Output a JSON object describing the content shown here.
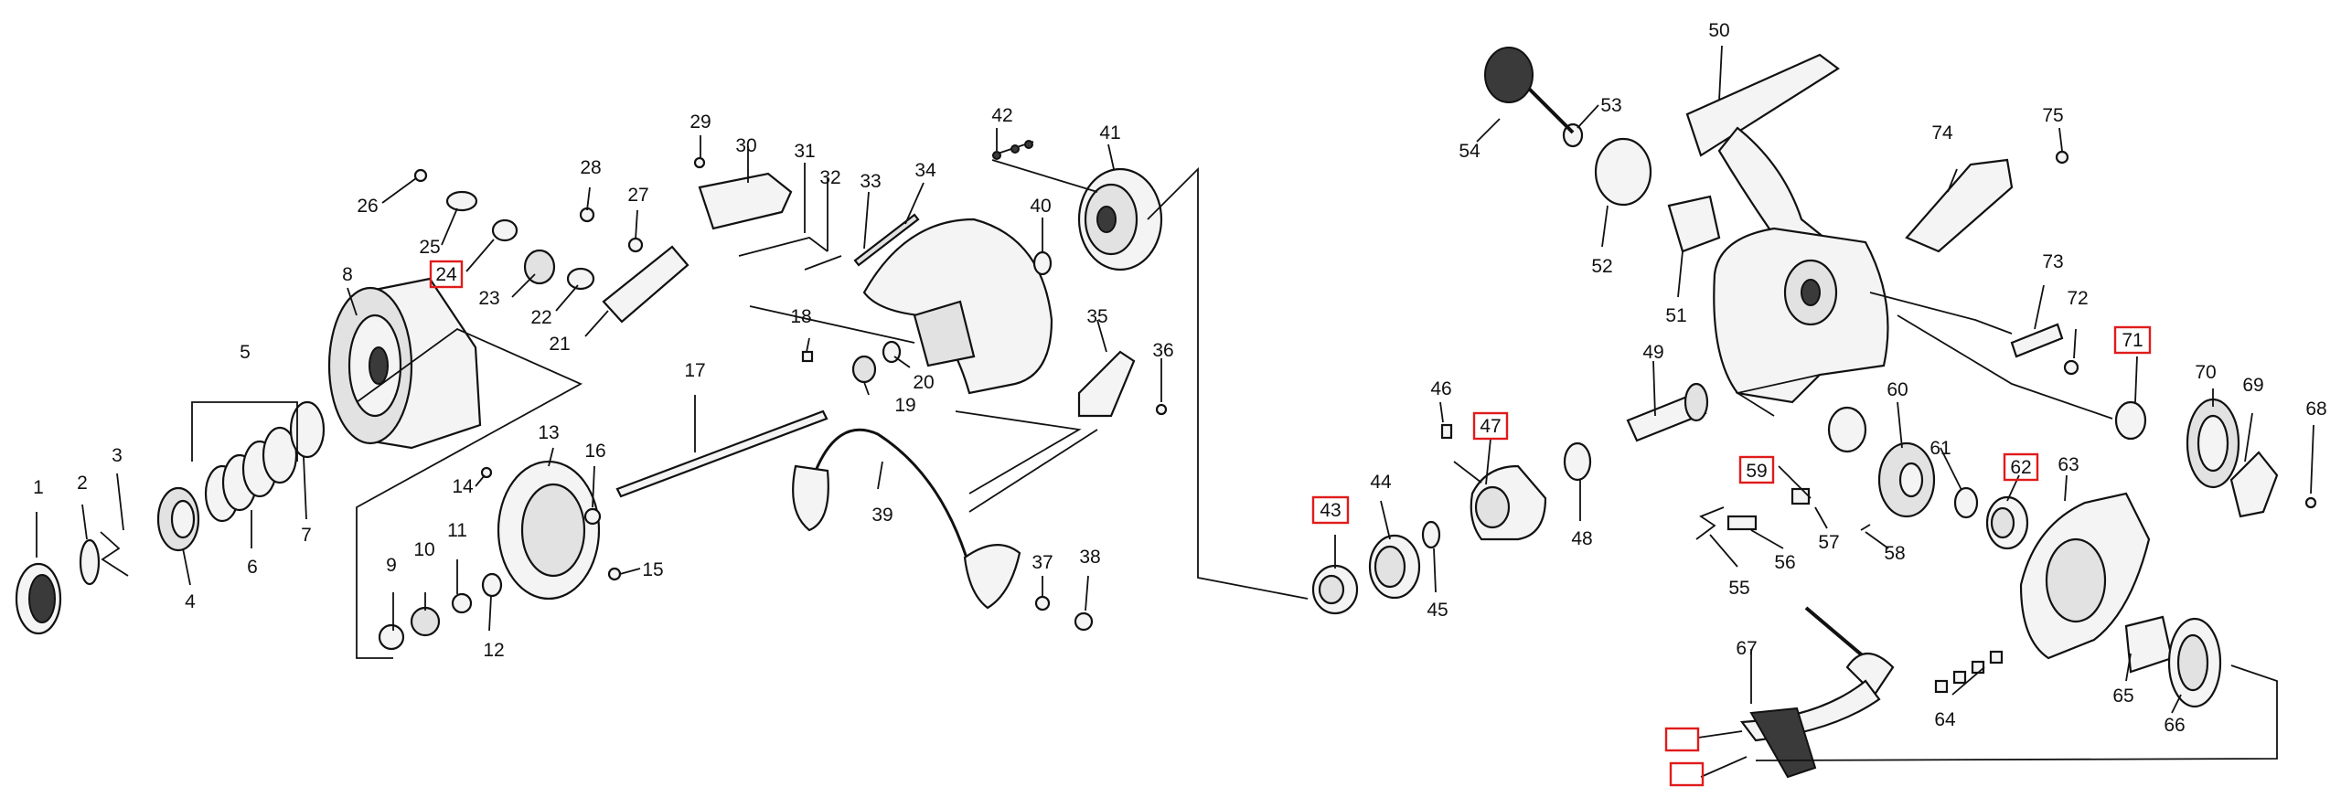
{
  "labels": [
    "1",
    "2",
    "3",
    "4",
    "5",
    "6",
    "7",
    "8",
    "9",
    "10",
    "11",
    "12",
    "13",
    "14",
    "15",
    "16",
    "17",
    "18",
    "19",
    "20",
    "21",
    "22",
    "23",
    "24",
    "25",
    "26",
    "27",
    "28",
    "29",
    "30",
    "31",
    "32",
    "33",
    "34",
    "35",
    "36",
    "37",
    "38",
    "39",
    "40",
    "41",
    "42",
    "43",
    "44",
    "45",
    "46",
    "47",
    "48",
    "49",
    "50",
    "51",
    "52",
    "53",
    "54",
    "55",
    "56",
    "57",
    "58",
    "59",
    "60",
    "61",
    "62",
    "63",
    "64",
    "65",
    "66",
    "67",
    "68",
    "69",
    "70",
    "71",
    "72",
    "73",
    "74",
    "75"
  ],
  "highlighted": [
    "24",
    "43",
    "47",
    "59",
    "62",
    "71"
  ],
  "unlabeled_boxes": 2,
  "colors": {
    "line": "#111111",
    "highlight": "#e01b1b",
    "background": "#ffffff"
  }
}
